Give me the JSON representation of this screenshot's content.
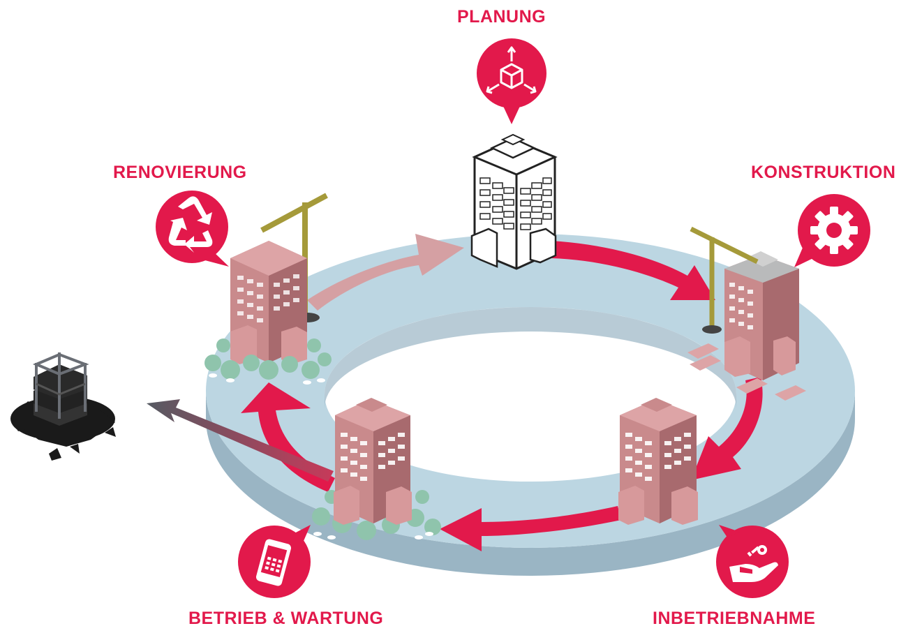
{
  "stages": [
    {
      "id": "planung",
      "label": "PLANUNG",
      "icon": "cube-3d-icon"
    },
    {
      "id": "konstruktion",
      "label": "KONSTRUKTION",
      "icon": "gear-icon"
    },
    {
      "id": "inbetriebnahme",
      "label": "INBETRIEBNAHME",
      "icon": "hand-key-icon"
    },
    {
      "id": "betrieb",
      "label": "BETRIEB & WARTUNG",
      "icon": "smartphone-icon"
    },
    {
      "id": "renovierung",
      "label": "RENOVIERUNG",
      "icon": "recycle-icon"
    }
  ],
  "colors": {
    "accent": "#e2194b",
    "ring_top": "#bcd6e2",
    "ring_side": "#9ab5c4",
    "building_pink": "#c98a8c",
    "building_pink_dark": "#a86a6e",
    "building_pink_light": "#dda4a6",
    "crane": "#a59a3a",
    "tree": "#8fc4ac",
    "rubble": "#1a1a1a"
  }
}
